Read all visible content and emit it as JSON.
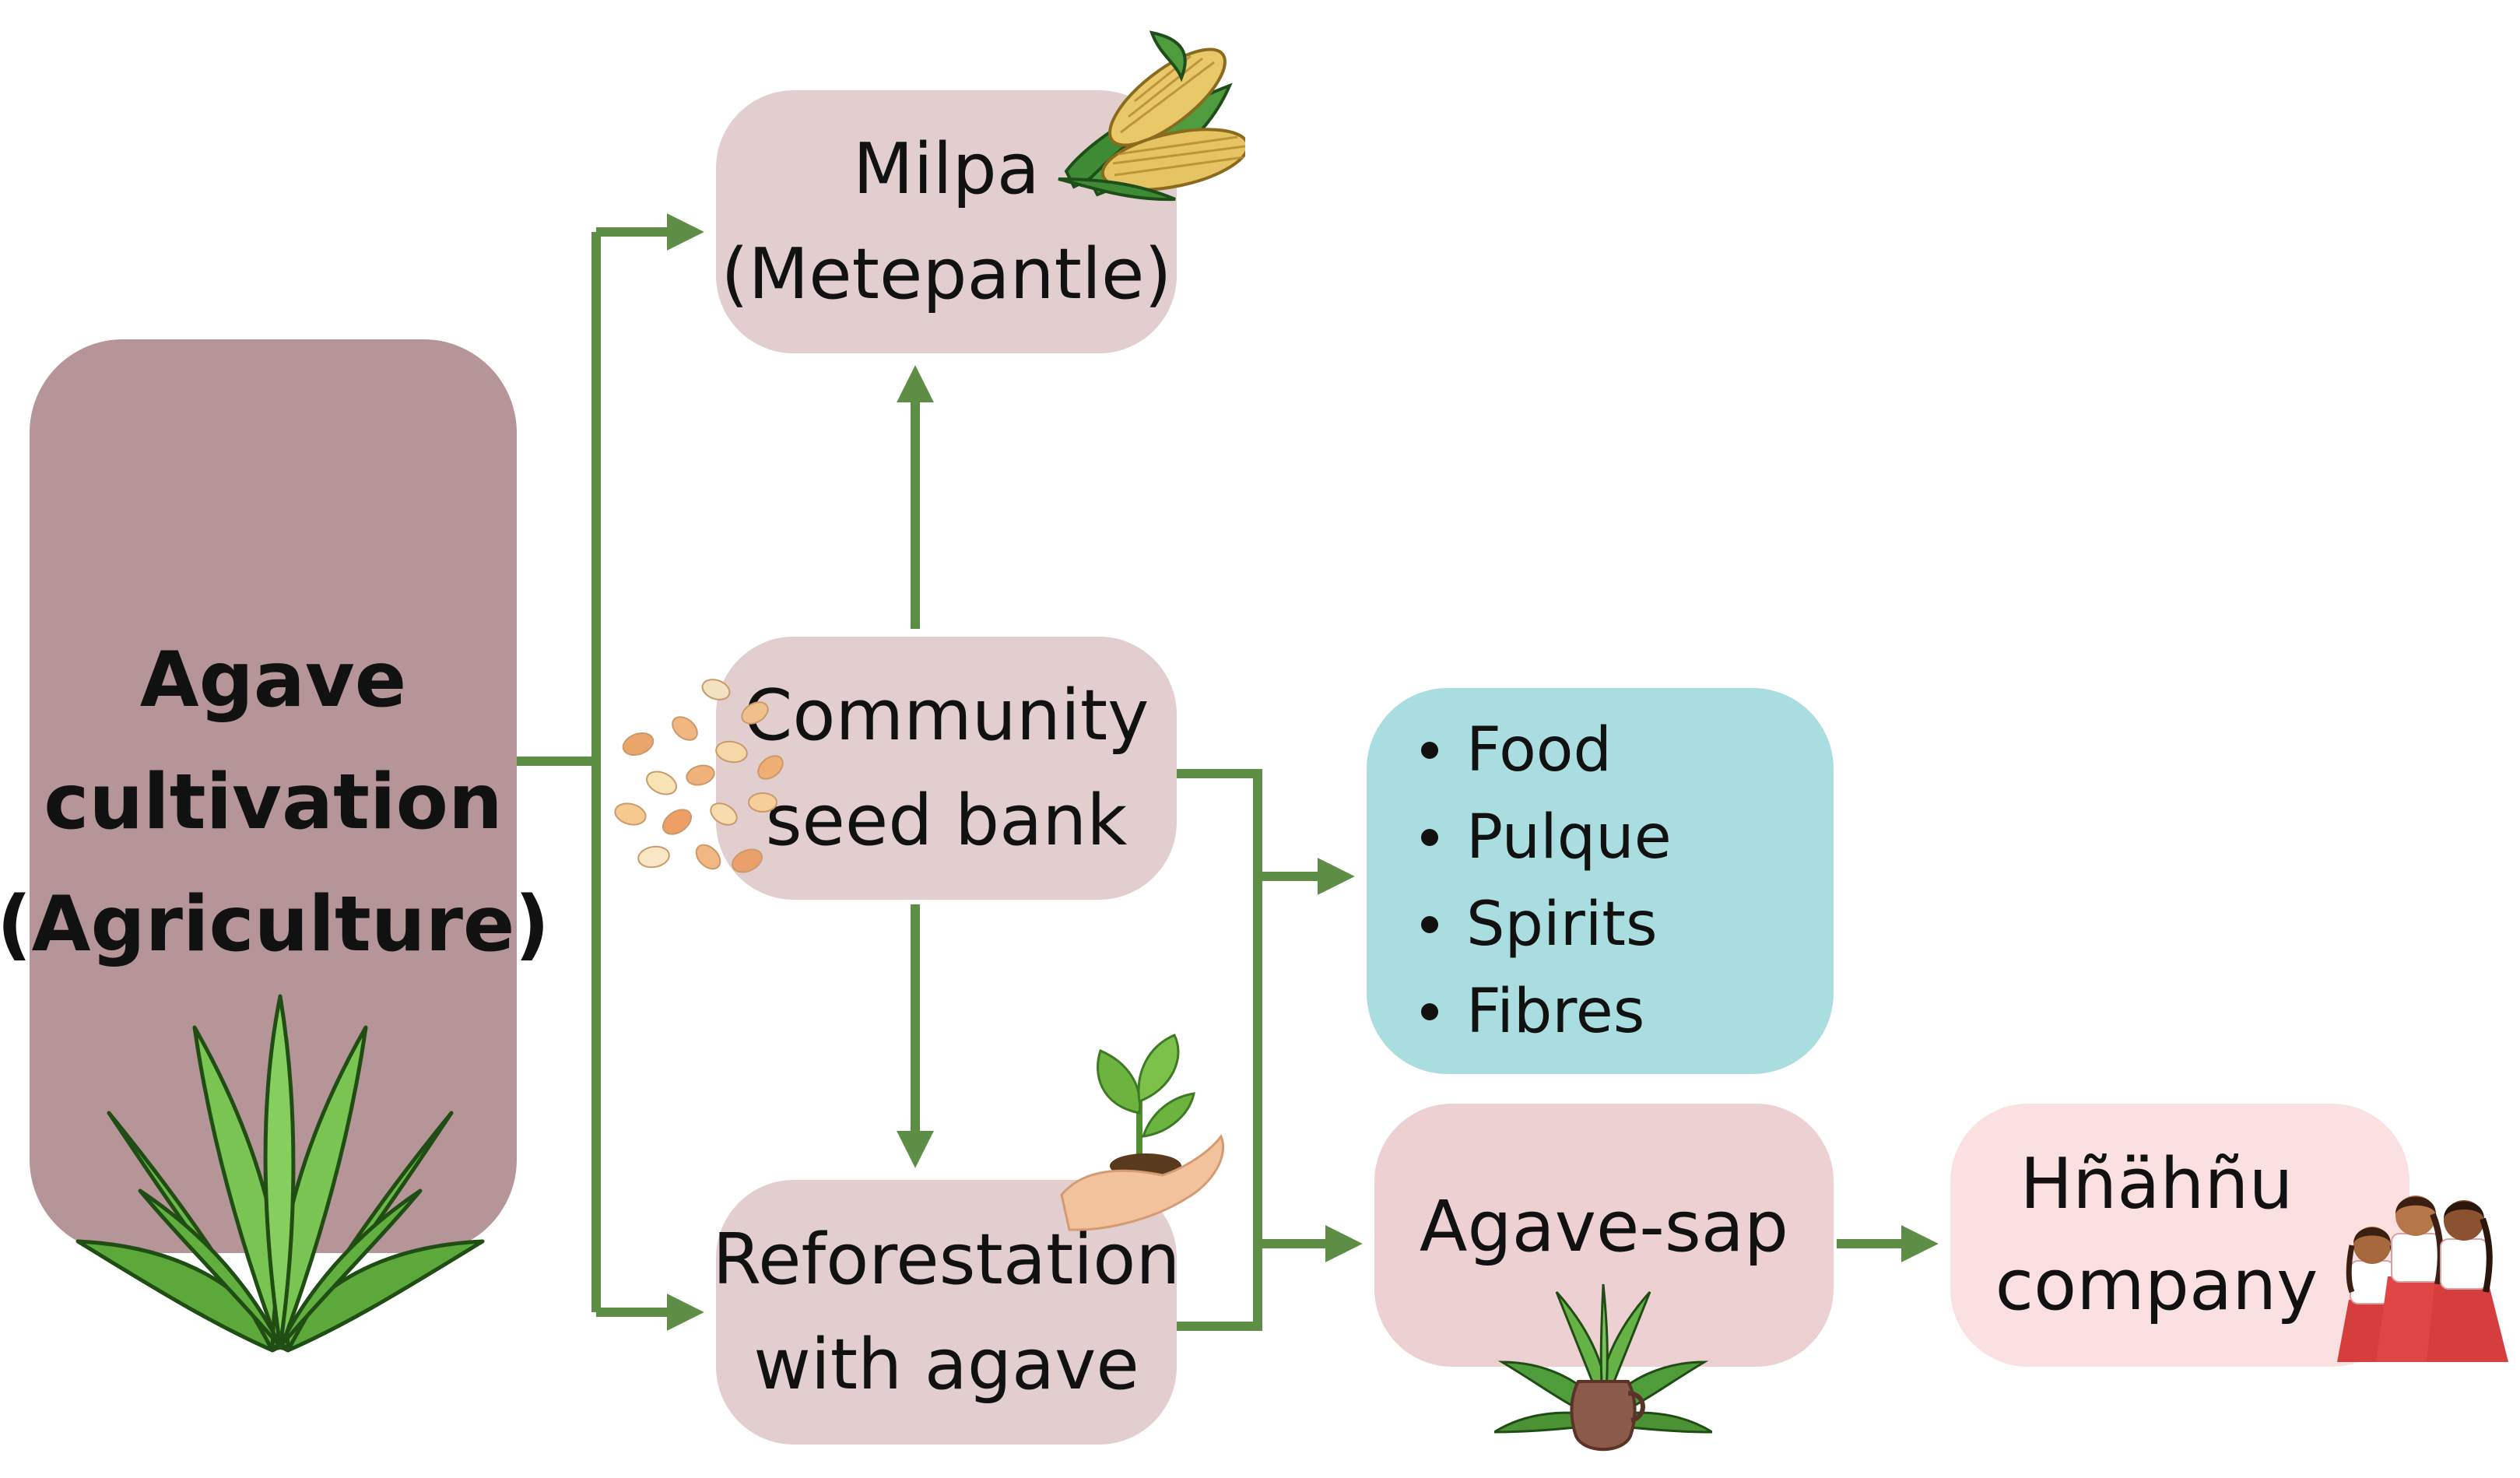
{
  "nodes": {
    "agave_cultivation": {
      "lines": [
        "Agave",
        "cultivation",
        "(Agriculture)"
      ],
      "color": "#B59597"
    },
    "milpa": {
      "lines": [
        "Milpa",
        "(Metepantle)"
      ],
      "color": "#E2CECF"
    },
    "community_seed_bank": {
      "lines": [
        "Community",
        "seed bank"
      ],
      "color": "#E2CECF"
    },
    "reforestation": {
      "lines": [
        "Reforestation",
        "with agave"
      ],
      "color": "#E2CECF"
    },
    "products": {
      "items": [
        "Food",
        "Pulque",
        "Spirits",
        "Fibres"
      ],
      "color": "#A9DDE0"
    },
    "agave_sap": {
      "lines": [
        "Agave-sap"
      ],
      "color": "#ECD0D2"
    },
    "hnahnu_company": {
      "lines": [
        "Hñähñu",
        "company"
      ],
      "color": "#FBE0E1"
    }
  },
  "connector_color": "#5E8E45",
  "icons": [
    "corn-icon",
    "seeds-icon",
    "seedling-in-hand-icon",
    "agave-plant-icon",
    "agave-with-pot-icon",
    "women-group-icon"
  ]
}
